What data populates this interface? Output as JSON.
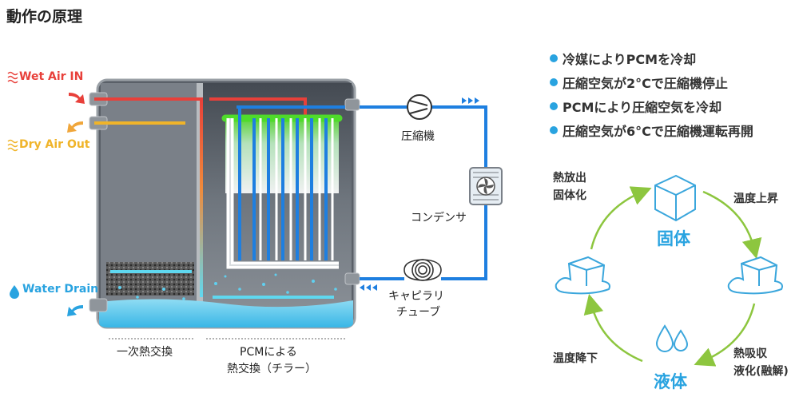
{
  "title": "動作の原理",
  "diagram": {
    "wet_air_in": "Wet Air IN",
    "dry_air_out": "Dry Air Out",
    "water_drain": "Water Drain",
    "compressor": "圧縮機",
    "condenser": "コンデンサ",
    "capillary_line1": "キャピラリ",
    "capillary_line2": "チューブ",
    "primary_exchange": "一次熱交換",
    "pcm_exchange_line1": "PCMによる",
    "pcm_exchange_line2": "熱交換（チラー）"
  },
  "steps": [
    "冷媒によりPCMを冷却",
    "圧縮空気が2°Cで圧縮機停止",
    "PCMにより圧縮空気を冷却",
    "圧縮空気が6°Cで圧縮機運転再開"
  ],
  "cycle": {
    "solid": "固体",
    "liquid": "液体",
    "top_left_line1": "熱放出",
    "top_left_line2": "固体化",
    "top_right": "温度上昇",
    "bottom_left": "温度降下",
    "bottom_right_line1": "熱吸収",
    "bottom_right_line2": "液化(融解)"
  },
  "colors": {
    "accent": "#29a3e0",
    "wet_air": "#e8403a",
    "dry_air": "#f0b429",
    "pcm_green": "#4fdb2b",
    "refrigerant_blue": "#1e7fe0",
    "cycle_arrow": "#8dc63f"
  }
}
